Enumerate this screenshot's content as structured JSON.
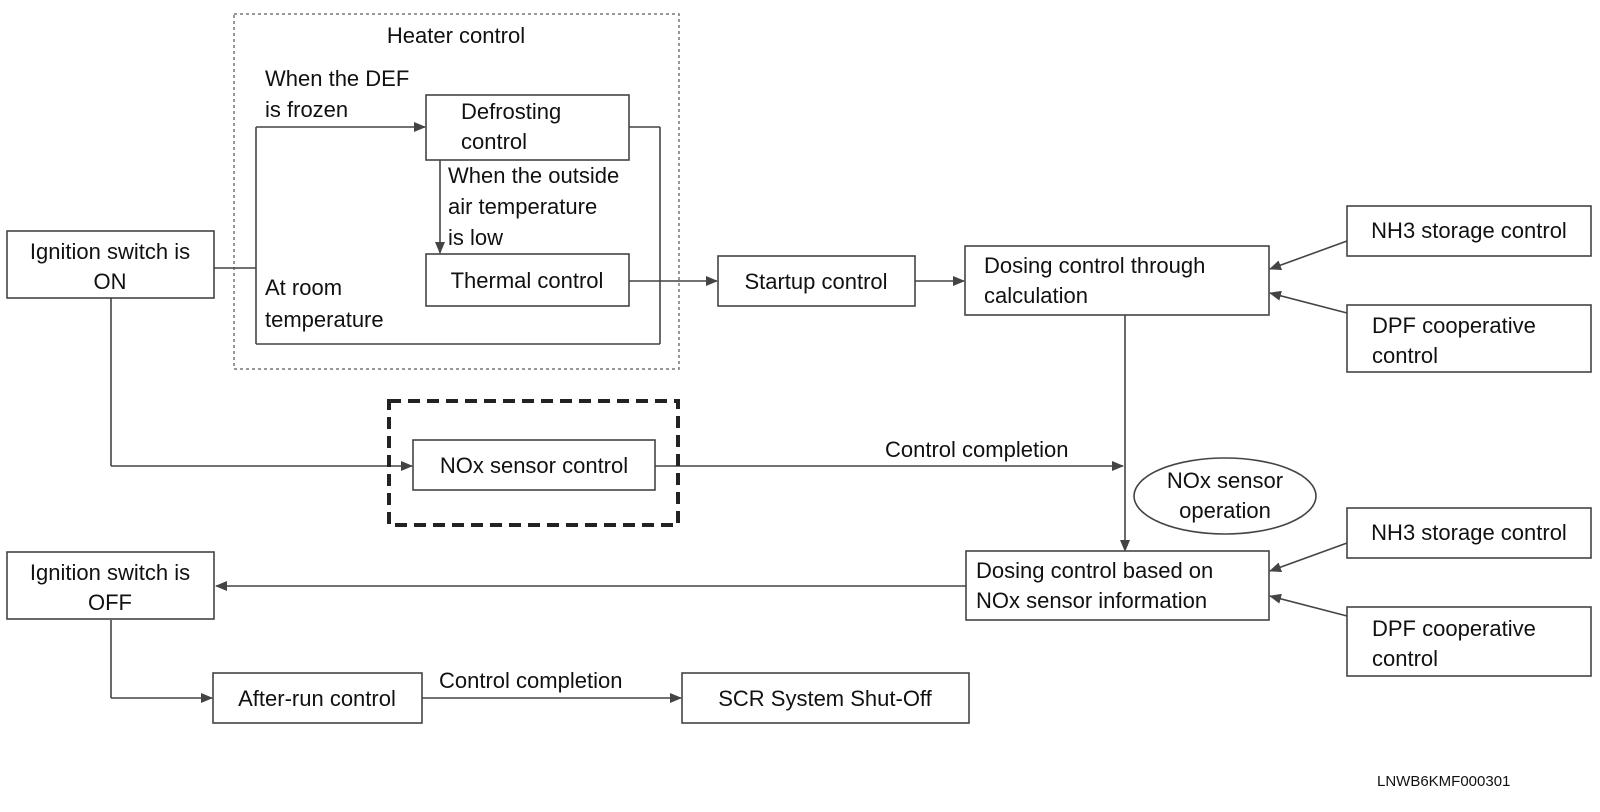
{
  "heater_control": {
    "title": "Heater control"
  },
  "nodes": {
    "ign_on": {
      "line1": "Ignition switch is",
      "line2": "ON"
    },
    "defrost": {
      "line1": "Defrosting",
      "line2": "control"
    },
    "thermal": {
      "text": "Thermal control"
    },
    "startup": {
      "text": "Startup control"
    },
    "dosing_calc": {
      "line1": "Dosing control through",
      "line2": "calculation"
    },
    "nh3_top": {
      "text": "NH3 storage control"
    },
    "dpf_top": {
      "line1": "DPF cooperative",
      "line2": "control"
    },
    "nox_ctrl": {
      "text": "NOx sensor control"
    },
    "nox_op": {
      "line1": "NOx sensor",
      "line2": "operation"
    },
    "nh3_bottom": {
      "text": "NH3 storage control"
    },
    "dpf_bottom": {
      "line1": "DPF cooperative",
      "line2": "control"
    },
    "dosing_nox": {
      "line1": "Dosing control based on",
      "line2": "NOx sensor information"
    },
    "ign_off": {
      "line1": "Ignition switch is",
      "line2": "OFF"
    },
    "afterrun": {
      "text": "After-run control"
    },
    "shutoff": {
      "text": "SCR System Shut-Off"
    }
  },
  "edge_labels": {
    "frozen": {
      "line1": "When the DEF",
      "line2": "is frozen"
    },
    "low_temp": {
      "line1": "When the outside",
      "line2": "air temperature",
      "line3": "is low"
    },
    "room_temp": {
      "line1": "At room",
      "line2": "temperature"
    },
    "completion_nox": "Control completion",
    "completion_after": "Control completion"
  },
  "figure_code": "LNWB6KMF000301"
}
